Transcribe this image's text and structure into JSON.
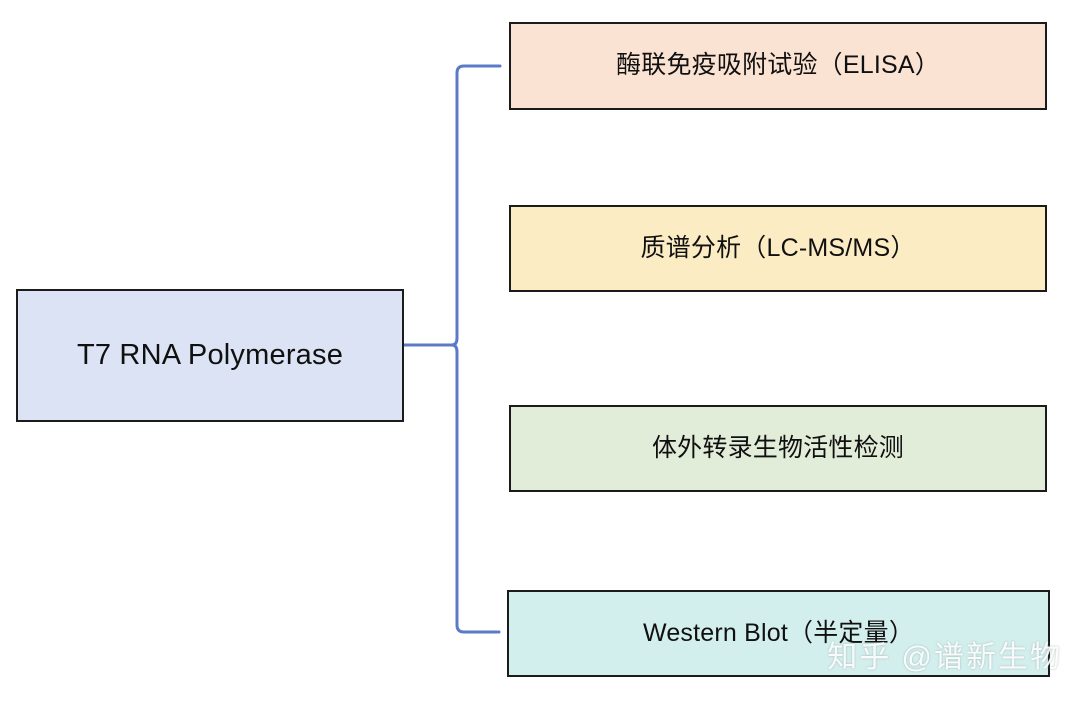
{
  "diagram": {
    "type": "mindmap-tree",
    "orientation": "left-to-right",
    "root": {
      "label": "T7 RNA Polymerase",
      "fill": "#dce3f5",
      "border": "#1b1b1b"
    },
    "connector": {
      "color": "#5b7bc8",
      "width": 3,
      "style": "rounded-elbow"
    },
    "branches": [
      {
        "label": "酶联免疫吸附试验（ELISA）",
        "fill": "#fae3d3",
        "border": "#1b1b1b"
      },
      {
        "label": "质谱分析（LC-MS/MS）",
        "fill": "#fcecc4",
        "border": "#1b1b1b"
      },
      {
        "label": "体外转录生物活性检测",
        "fill": "#e2edd9",
        "border": "#1b1b1b"
      },
      {
        "label": "Western Blot（半定量）",
        "fill": "#d3efed",
        "border": "#1b1b1b"
      }
    ]
  },
  "watermark": {
    "text": "知乎 @谱新生物"
  }
}
